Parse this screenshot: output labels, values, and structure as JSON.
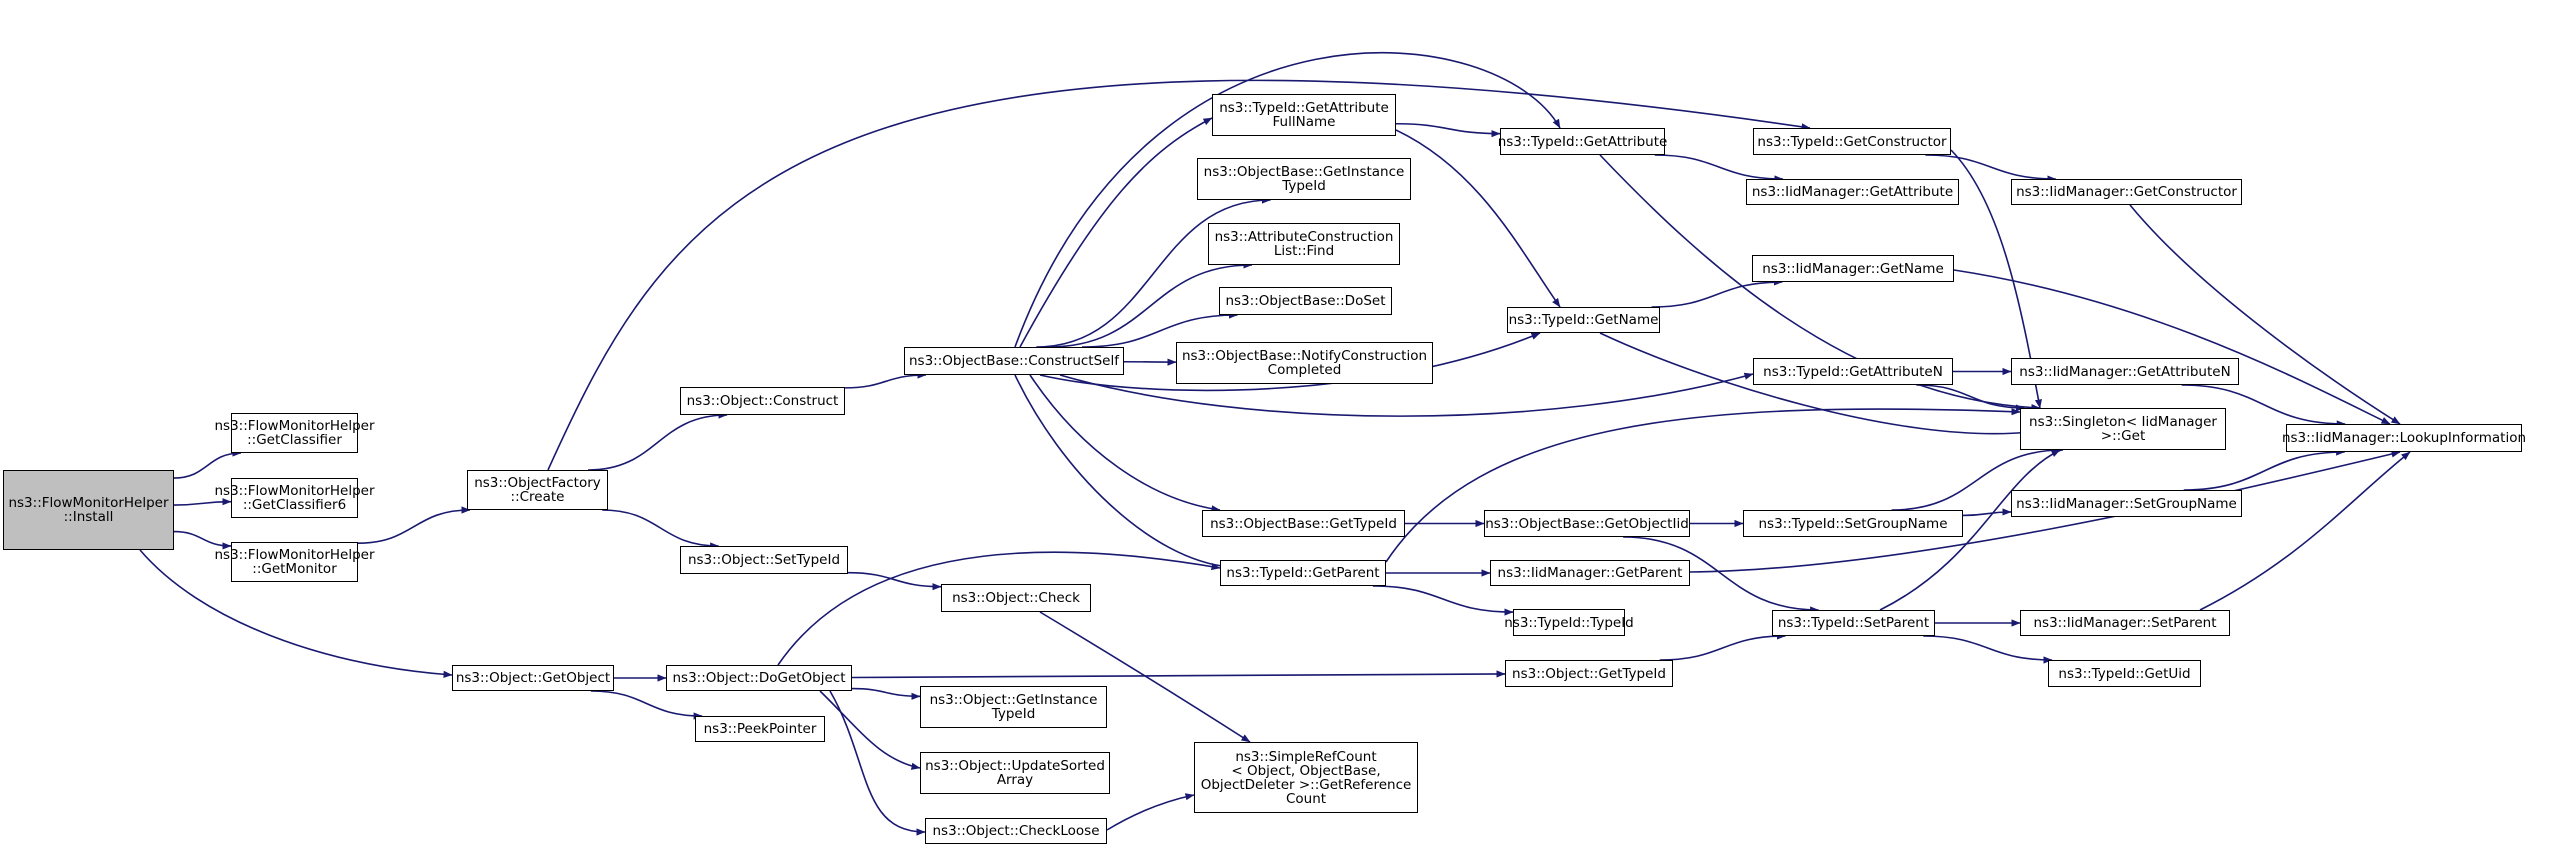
{
  "colors": {
    "edge": "#191970",
    "root_fill": "#bfbfbf",
    "node_fill": "#ffffff",
    "border": "#000000"
  },
  "nodes": [
    {
      "id": "install",
      "label": "ns3::FlowMonitorHelper\n::Install",
      "root": true
    },
    {
      "id": "getclassifier",
      "label": "ns3::FlowMonitorHelper\n::GetClassifier"
    },
    {
      "id": "getclassifier6",
      "label": "ns3::FlowMonitorHelper\n::GetClassifier6"
    },
    {
      "id": "getmonitor",
      "label": "ns3::FlowMonitorHelper\n::GetMonitor"
    },
    {
      "id": "ofcreate",
      "label": "ns3::ObjectFactory\n::Create"
    },
    {
      "id": "objconstruct",
      "label": "ns3::Object::Construct"
    },
    {
      "id": "objsettypeid",
      "label": "ns3::Object::SetTypeId"
    },
    {
      "id": "objgetobject",
      "label": "ns3::Object::GetObject"
    },
    {
      "id": "peekpointer",
      "label": "ns3::PeekPointer"
    },
    {
      "id": "dogetobject",
      "label": "ns3::Object::DoGetObject"
    },
    {
      "id": "constructself",
      "label": "ns3::ObjectBase::ConstructSelf"
    },
    {
      "id": "objcheck",
      "label": "ns3::Object::Check"
    },
    {
      "id": "objgetinstancetid",
      "label": "ns3::Object::GetInstance\nTypeId"
    },
    {
      "id": "updatesorted",
      "label": "ns3::Object::UpdateSorted\nArray"
    },
    {
      "id": "checkloose",
      "label": "ns3::Object::CheckLoose"
    },
    {
      "id": "getattrfullname",
      "label": "ns3::TypeId::GetAttribute\nFullName"
    },
    {
      "id": "obgetinstancetid",
      "label": "ns3::ObjectBase::GetInstance\nTypeId"
    },
    {
      "id": "acfind",
      "label": "ns3::AttributeConstruction\nList::Find"
    },
    {
      "id": "doset",
      "label": "ns3::ObjectBase::DoSet"
    },
    {
      "id": "notifyconstruction",
      "label": "ns3::ObjectBase::NotifyConstruction\nCompleted"
    },
    {
      "id": "obgettypeid",
      "label": "ns3::ObjectBase::GetTypeId"
    },
    {
      "id": "tidgetparent",
      "label": "ns3::TypeId::GetParent"
    },
    {
      "id": "tidtypeid",
      "label": "ns3::TypeId::TypeId"
    },
    {
      "id": "simplerefcount",
      "label": "ns3::SimpleRefCount\n< Object, ObjectBase,\n ObjectDeleter >::GetReference\nCount"
    },
    {
      "id": "tidgetattribute",
      "label": "ns3::TypeId::GetAttribute"
    },
    {
      "id": "tidgetname",
      "label": "ns3::TypeId::GetName"
    },
    {
      "id": "getobjectiid",
      "label": "ns3::ObjectBase::GetObjectIid"
    },
    {
      "id": "iidgetparent",
      "label": "ns3::IidManager::GetParent"
    },
    {
      "id": "objgettypeid",
      "label": "ns3::Object::GetTypeId"
    },
    {
      "id": "tidgetconstructor",
      "label": "ns3::TypeId::GetConstructor"
    },
    {
      "id": "iidgetattribute",
      "label": "ns3::IidManager::GetAttribute"
    },
    {
      "id": "iidgetname",
      "label": "ns3::IidManager::GetName"
    },
    {
      "id": "tidgetattributen",
      "label": "ns3::TypeId::GetAttributeN"
    },
    {
      "id": "tidsetgroupname",
      "label": "ns3::TypeId::SetGroupName"
    },
    {
      "id": "tidsetparent",
      "label": "ns3::TypeId::SetParent"
    },
    {
      "id": "iidgetconstructor",
      "label": "ns3::IidManager::GetConstructor"
    },
    {
      "id": "iidgetattributen",
      "label": "ns3::IidManager::GetAttributeN"
    },
    {
      "id": "singletonget",
      "label": "ns3::Singleton< IidManager\n >::Get"
    },
    {
      "id": "iidsetgroupname",
      "label": "ns3::IidManager::SetGroupName"
    },
    {
      "id": "iidsetparent",
      "label": "ns3::IidManager::SetParent"
    },
    {
      "id": "tidgetuid",
      "label": "ns3::TypeId::GetUid"
    },
    {
      "id": "iidlookup",
      "label": "ns3::IidManager::LookupInformation"
    }
  ],
  "edges": [
    [
      "install",
      "getclassifier"
    ],
    [
      "install",
      "getclassifier6"
    ],
    [
      "install",
      "getmonitor"
    ],
    [
      "install",
      "objgetobject"
    ],
    [
      "getmonitor",
      "ofcreate"
    ],
    [
      "ofcreate",
      "tidgetconstructor"
    ],
    [
      "ofcreate",
      "objconstruct"
    ],
    [
      "ofcreate",
      "objsettypeid"
    ],
    [
      "objconstruct",
      "constructself"
    ],
    [
      "objsettypeid",
      "objcheck"
    ],
    [
      "objgetobject",
      "dogetobject"
    ],
    [
      "objgetobject",
      "peekpointer"
    ],
    [
      "dogetobject",
      "tidgetparent"
    ],
    [
      "dogetobject",
      "objgettypeid"
    ],
    [
      "dogetobject",
      "objgetinstancetid"
    ],
    [
      "dogetobject",
      "updatesorted"
    ],
    [
      "dogetobject",
      "checkloose"
    ],
    [
      "objcheck",
      "simplerefcount"
    ],
    [
      "checkloose",
      "simplerefcount"
    ],
    [
      "constructself",
      "getattrfullname"
    ],
    [
      "constructself",
      "tidgetattribute"
    ],
    [
      "constructself",
      "obgetinstancetid"
    ],
    [
      "constructself",
      "acfind"
    ],
    [
      "constructself",
      "doset"
    ],
    [
      "constructself",
      "notifyconstruction"
    ],
    [
      "constructself",
      "tidgetname"
    ],
    [
      "constructself",
      "tidgetattributen"
    ],
    [
      "constructself",
      "obgettypeid"
    ],
    [
      "constructself",
      "tidgetparent"
    ],
    [
      "getattrfullname",
      "tidgetattribute"
    ],
    [
      "getattrfullname",
      "tidgetname"
    ],
    [
      "obgettypeid",
      "getobjectiid"
    ],
    [
      "tidgetparent",
      "singletonget"
    ],
    [
      "tidgetparent",
      "iidgetparent"
    ],
    [
      "tidgetparent",
      "tidtypeid"
    ],
    [
      "tidgetattribute",
      "iidgetattribute"
    ],
    [
      "tidgetattribute",
      "singletonget"
    ],
    [
      "tidgetname",
      "iidgetname"
    ],
    [
      "tidgetname",
      "singletonget"
    ],
    [
      "getobjectiid",
      "tidsetgroupname"
    ],
    [
      "getobjectiid",
      "tidsetparent"
    ],
    [
      "iidgetparent",
      "iidlookup"
    ],
    [
      "objgettypeid",
      "tidsetparent"
    ],
    [
      "tidgetconstructor",
      "iidgetconstructor"
    ],
    [
      "tidgetconstructor",
      "singletonget"
    ],
    [
      "iidgetname",
      "iidlookup"
    ],
    [
      "tidgetattributen",
      "iidgetattributen"
    ],
    [
      "tidgetattributen",
      "singletonget"
    ],
    [
      "tidsetgroupname",
      "singletonget"
    ],
    [
      "tidsetgroupname",
      "iidsetgroupname"
    ],
    [
      "tidsetparent",
      "singletonget"
    ],
    [
      "tidsetparent",
      "iidsetparent"
    ],
    [
      "tidsetparent",
      "tidgetuid"
    ],
    [
      "iidgetconstructor",
      "iidlookup"
    ],
    [
      "iidgetattributen",
      "iidlookup"
    ],
    [
      "iidsetgroupname",
      "iidlookup"
    ],
    [
      "iidsetparent",
      "iidlookup"
    ]
  ]
}
